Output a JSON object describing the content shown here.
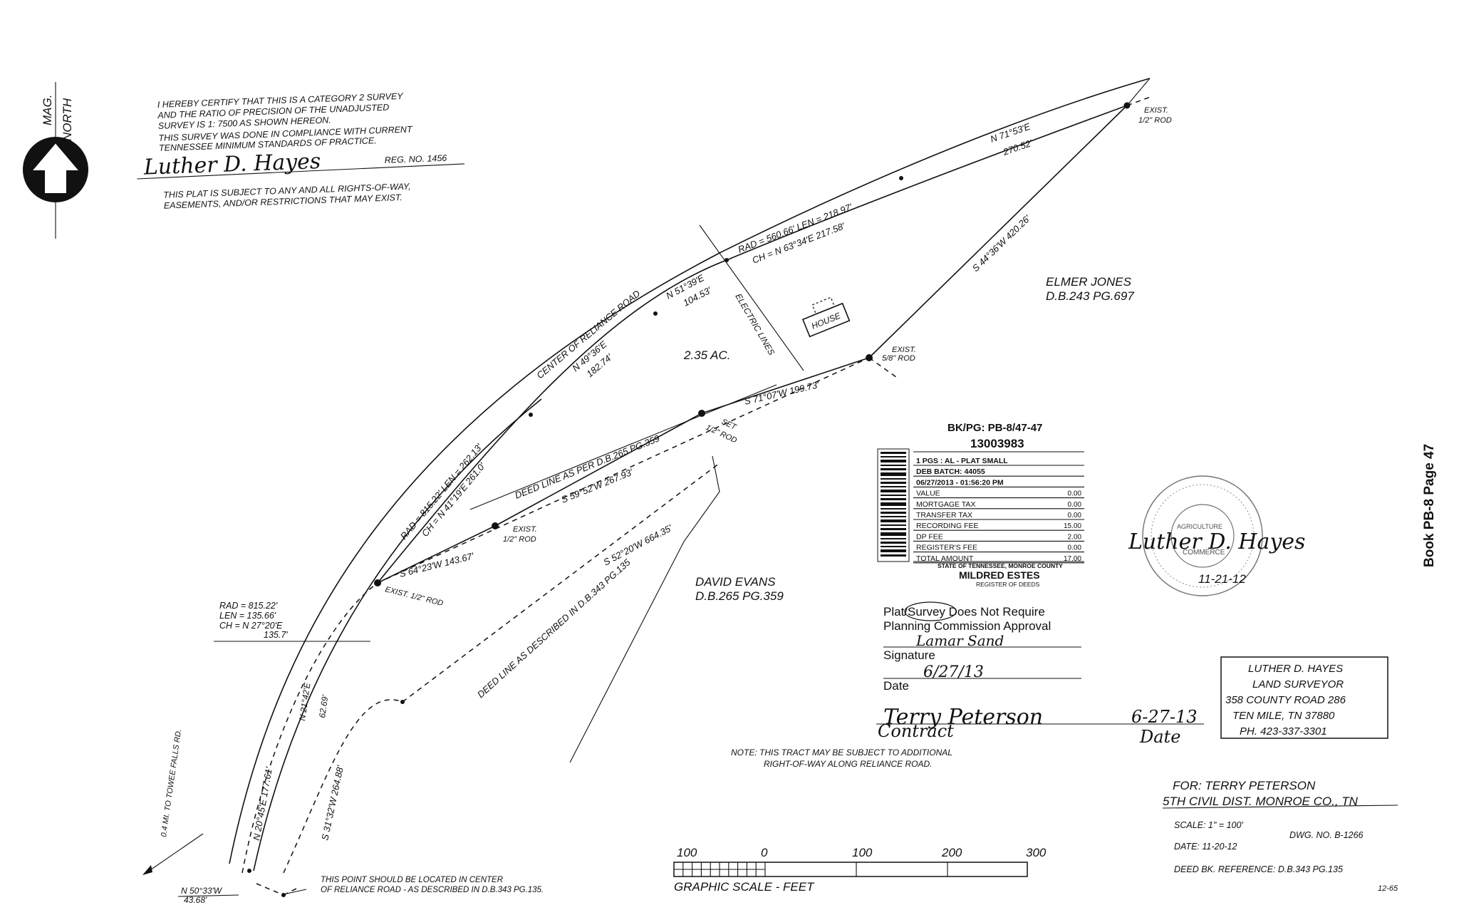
{
  "north_arrow": {
    "label_mag": "MAG.",
    "label_north": "NORTH"
  },
  "certification": {
    "lines": [
      "I HEREBY CERTIFY THAT THIS IS A CATEGORY 2 SURVEY",
      "AND THE RATIO OF PRECISION OF THE UNADJUSTED",
      "SURVEY IS 1: 7500  AS SHOWN HEREON.",
      "THIS SURVEY WAS DONE IN COMPLIANCE WITH CURRENT",
      "TENNESSEE MINIMUM STANDARDS OF PRACTICE."
    ],
    "signature": "Luther D. Hayes",
    "reg_no": "REG. NO. 1456",
    "rights_lines": [
      "THIS PLAT IS SUBJECT TO ANY AND ALL RIGHTS-OF-WAY,",
      "EASEMENTS, AND/OR RESTRICTIONS THAT MAY EXIST."
    ]
  },
  "survey_labels": {
    "exist_rod_ne": [
      "EXIST.",
      "1/2\" ROD"
    ],
    "n7153": [
      "N 71°53'E",
      "270.52'"
    ],
    "curve_ne": [
      "RAD = 560.66'  LEN = 218.97'",
      "CH = N 63°34'E  217.58'"
    ],
    "n5139": [
      "N 51°39'E",
      "104.53'"
    ],
    "s4436": "S 44°36'W  420.26'",
    "elmer": [
      "ELMER JONES",
      "D.B.243 PG.697"
    ],
    "reliance": "CENTER OF RELIANCE ROAD",
    "n4936": [
      "N 49°36'E",
      "182.74'"
    ],
    "electric": "ELECTRIC LINES",
    "house": "HOUSE",
    "acreage": "2.35 AC.",
    "exist_rod_58": [
      "EXIST.",
      "5/8\" ROD"
    ],
    "s7107": "S 71°07'W  199.73'",
    "set_rod": [
      "SET",
      "1/2\" ROD"
    ],
    "deed_265": "DEED LINE AS PER D.B.265 PG.359",
    "s5952": "S 59°52'W  267.93'",
    "curve_mid": [
      "RAD = 815.22'  LEN = 262.13'",
      "CH = N 41°19'E  261.0'"
    ],
    "exist_rod_mid": [
      "EXIST.",
      "1/2\" ROD"
    ],
    "s6423": "S 64°23'W  143.67'",
    "s5220": "S 52°20'W  664.35'",
    "exist_rod_sw": "EXIST. 1/2\" ROD",
    "curve_sw": [
      "RAD = 815.22'",
      "LEN = 135.66'",
      "CH = N 27°20'E",
      "135.7'"
    ],
    "david": [
      "DAVID EVANS",
      "D.B.265 PG.359"
    ],
    "deed_343": "DEED LINE AS DESCRIBED IN D.B.343 PG.135",
    "n2142": [
      "N 21°42'E",
      "62.69'"
    ],
    "n2045": "N 20°45'E  177.61'",
    "s3132": "S 31°32'W  264.88'",
    "towee": "0.4 MI. TO TOWEE FALLS RD.",
    "n5033": [
      "N 50°33'W",
      "43.68'"
    ],
    "point_note": [
      "THIS POINT SHOULD BE LOCATED IN CENTER",
      "OF RELIANCE ROAD - AS DESCRIBED IN D.B.343 PG.135."
    ]
  },
  "recording_stamp": {
    "bkpg": "BK/PG: PB-8/47-47",
    "number": "13003983",
    "rows": [
      [
        "1 PGS : AL - PLAT SMALL",
        ""
      ],
      [
        "DEB BATCH: 44055",
        ""
      ],
      [
        "06/27/2013 - 01:56:20 PM",
        ""
      ],
      [
        "VALUE",
        "0.00"
      ],
      [
        "MORTGAGE TAX",
        "0.00"
      ],
      [
        "TRANSFER TAX",
        "0.00"
      ],
      [
        "RECORDING FEE",
        "15.00"
      ],
      [
        "DP FEE",
        "2.00"
      ],
      [
        "REGISTER'S FEE",
        "0.00"
      ],
      [
        "TOTAL AMOUNT",
        "17.00"
      ]
    ],
    "state_line": "STATE OF TENNESSEE, MONROE COUNTY",
    "register_name": "MILDRED ESTES",
    "register_title": "REGISTER OF DEEDS"
  },
  "planning": {
    "line1": "Plat/Survey Does Not Require",
    "line2": "Planning Commission Approval",
    "signature_scrawl": "Lamar Sand",
    "signature_label": "Signature",
    "date_written": "6/27/13",
    "date_label": "Date"
  },
  "owner_signature": {
    "name": "Terry Peterson",
    "under": "Contract",
    "date": "6-27-13",
    "date_label": "Date"
  },
  "seal": {
    "signature": "Luther D. Hayes",
    "date": "11-21-12",
    "inner_text": [
      "AGRICULTURE",
      "COMMERCE"
    ]
  },
  "side_label": "Book PB-8  Page 47",
  "surveyor_box": [
    "LUTHER D. HAYES",
    "LAND SURVEYOR",
    "358 COUNTY ROAD 286",
    "TEN MILE, TN 37880",
    "PH.  423-337-3301"
  ],
  "tract_note": [
    "NOTE: THIS TRACT MAY BE SUBJECT TO ADDITIONAL",
    "RIGHT-OF-WAY ALONG RELIANCE ROAD."
  ],
  "for_block": {
    "for": "FOR: TERRY PETERSON",
    "district": "5TH CIVIL DIST. MONROE CO., TN",
    "scale": "SCALE: 1\" = 100'",
    "dwg": "DWG. NO. B-1266",
    "date": "DATE: 11-20-12",
    "deed_ref": "DEED BK. REFERENCE: D.B.343 PG.135",
    "code": "12-65"
  },
  "graphic_scale": {
    "ticks": [
      "100",
      "0",
      "100",
      "200",
      "300"
    ],
    "caption": "GRAPHIC SCALE - FEET"
  },
  "colors": {
    "ink": "#111111",
    "paper": "#ffffff"
  }
}
